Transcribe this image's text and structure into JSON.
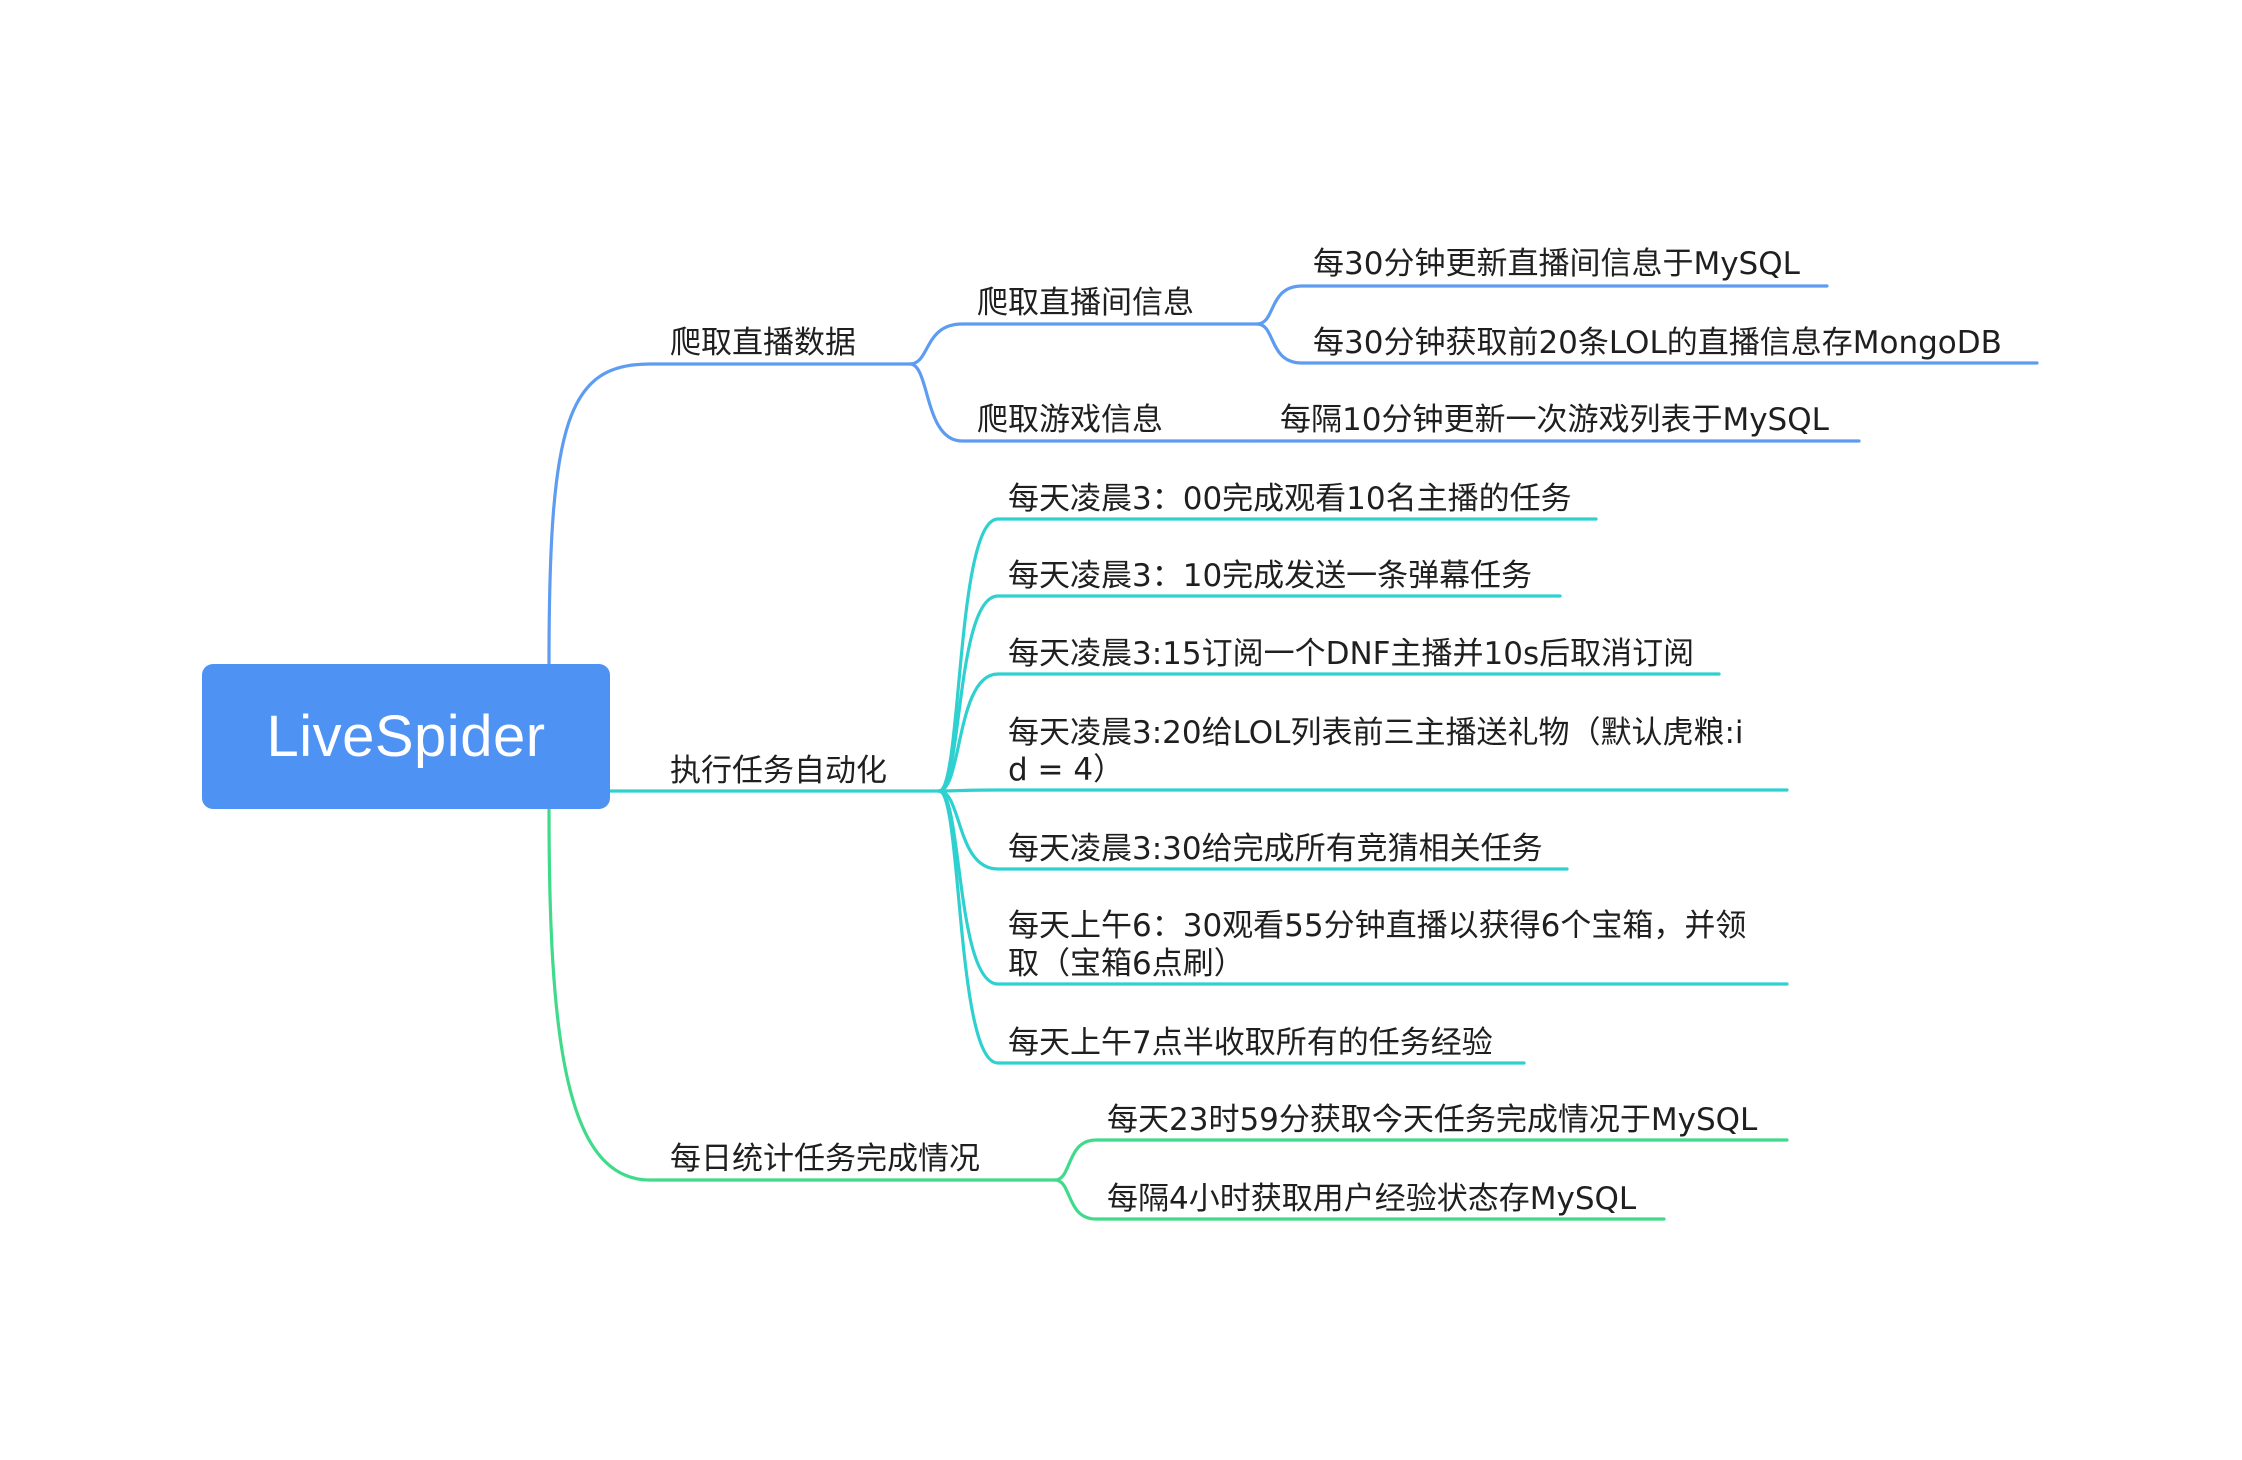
{
  "root": {
    "label": "LiveSpider"
  },
  "colors": {
    "root_fill": "#4E92F4",
    "branch_blue": "#5E9CF1",
    "branch_teal": "#2FD0D0",
    "branch_green": "#3FDB8A",
    "text": "#1F1F1F"
  },
  "branches": [
    {
      "label": "爬取直播数据",
      "children": [
        {
          "label": "爬取直播间信息",
          "children": [
            {
              "label": "每30分钟更新直播间信息于MySQL"
            },
            {
              "label": "每30分钟获取前20条LOL的直播信息存MongoDB"
            }
          ]
        },
        {
          "label": "爬取游戏信息",
          "children": [
            {
              "label": "每隔10分钟更新一次游戏列表于MySQL"
            }
          ]
        }
      ]
    },
    {
      "label": "执行任务自动化",
      "children": [
        {
          "lines": [
            "每天凌晨3：00完成观看10名主播的任务"
          ]
        },
        {
          "lines": [
            "每天凌晨3：10完成发送一条弹幕任务"
          ]
        },
        {
          "lines": [
            "每天凌晨3:15订阅一个DNF主播并10s后取消订阅"
          ]
        },
        {
          "lines": [
            "每天凌晨3:20给LOL列表前三主播送礼物（默认虎粮:i",
            "d = 4）"
          ]
        },
        {
          "lines": [
            "每天凌晨3:30给完成所有竞猜相关任务"
          ]
        },
        {
          "lines": [
            "每天上午6：30观看55分钟直播以获得6个宝箱，并领",
            "取（宝箱6点刷）"
          ]
        },
        {
          "lines": [
            "每天上午7点半收取所有的任务经验"
          ]
        }
      ]
    },
    {
      "label": "每日统计任务完成情况",
      "children": [
        {
          "label": "每天23时59分获取今天任务完成情况于MySQL"
        },
        {
          "label": "每隔4小时获取用户经验状态存MySQL"
        }
      ]
    }
  ]
}
